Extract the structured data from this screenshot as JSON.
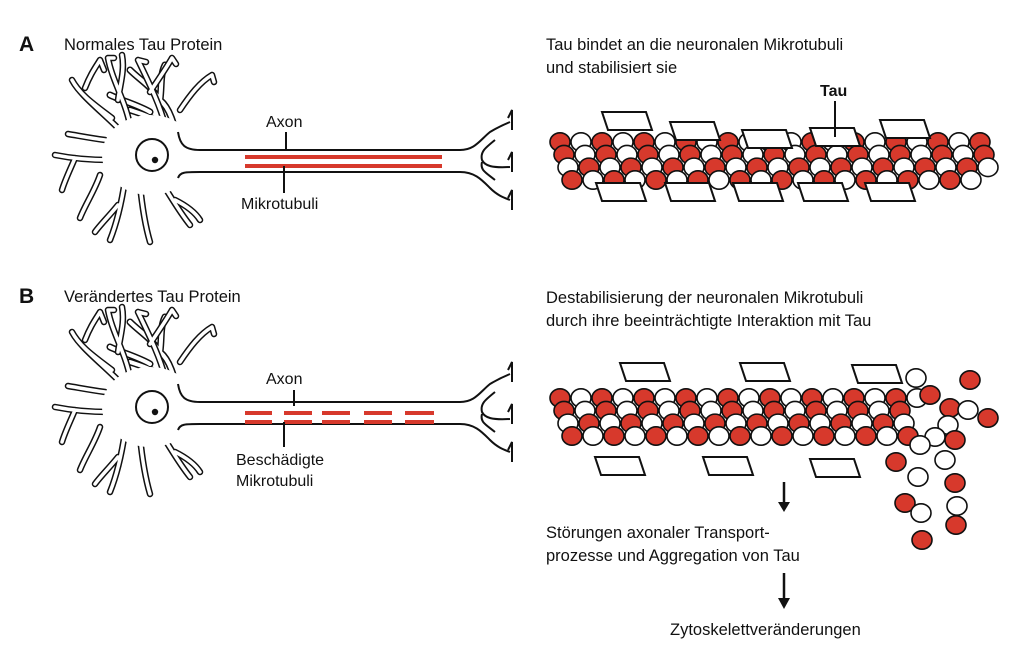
{
  "panels": [
    {
      "letter": "A",
      "title": "Normales Tau Protein",
      "neuron": {
        "axon_label": "Axon",
        "microtubule_label": "Mikrotubuli",
        "microtubule_state": "intact"
      },
      "right_caption": [
        "Tau bindet an die neuronalen Mikrotubuli",
        "und stabilisiert sie"
      ],
      "tau_label": "Tau"
    },
    {
      "letter": "B",
      "title": "Verändertes Tau Protein",
      "neuron": {
        "axon_label": "Axon",
        "microtubule_label": [
          "Beschädigte",
          "Mikrotubuli"
        ],
        "microtubule_state": "damaged"
      },
      "right_caption": [
        "Destabilisierung der neuronalen Mikrotubuli",
        "durch ihre beeinträchtigte Interaktion mit Tau"
      ],
      "flow": [
        [
          "Störungen axonaler Transport-",
          "prozesse und Aggregation von Tau"
        ],
        [
          "Zytoskelettveränderungen"
        ]
      ]
    }
  ],
  "colors": {
    "tubulin_red": "#d7392c",
    "tubulin_white": "#ffffff",
    "outline": "#111111"
  }
}
